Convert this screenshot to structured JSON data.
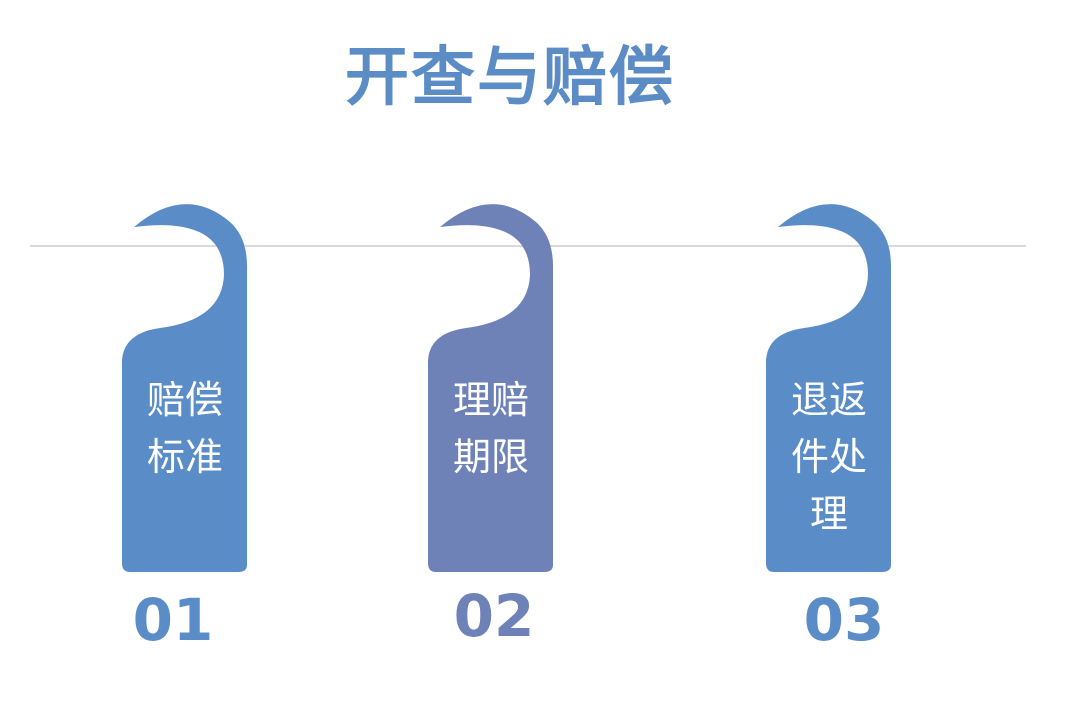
{
  "title": "开查与赔偿",
  "colors": {
    "title": "#5b8cc6",
    "rail": "#d9d9d9",
    "tag_blue": "#5a8cc7",
    "tag_purple": "#6f82b8"
  },
  "tags": [
    {
      "label": "赔偿\n标准",
      "number": "01",
      "color": "#5a8cc7"
    },
    {
      "label": "理赔\n期限",
      "number": "02",
      "color": "#6f82b8"
    },
    {
      "label": "退返\n件处\n理",
      "number": "03",
      "color": "#5a8cc7"
    }
  ]
}
